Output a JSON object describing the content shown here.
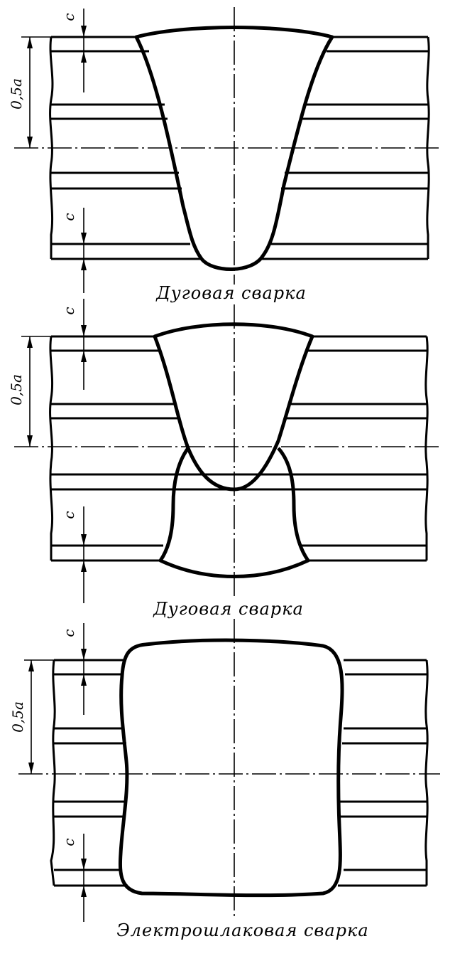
{
  "diagrams": [
    {
      "caption": "Дуговая сварка",
      "dim_half": "0,5a",
      "dim_c_top": "c",
      "dim_c_bottom": "c"
    },
    {
      "caption": "Дуговая сварка",
      "dim_half": "0,5a",
      "dim_c_top": "c",
      "dim_c_bottom": "c"
    },
    {
      "caption": "Электрошлаковая сварка",
      "dim_half": "0,5a",
      "dim_c_top": "c",
      "dim_c_bottom": "c"
    }
  ]
}
